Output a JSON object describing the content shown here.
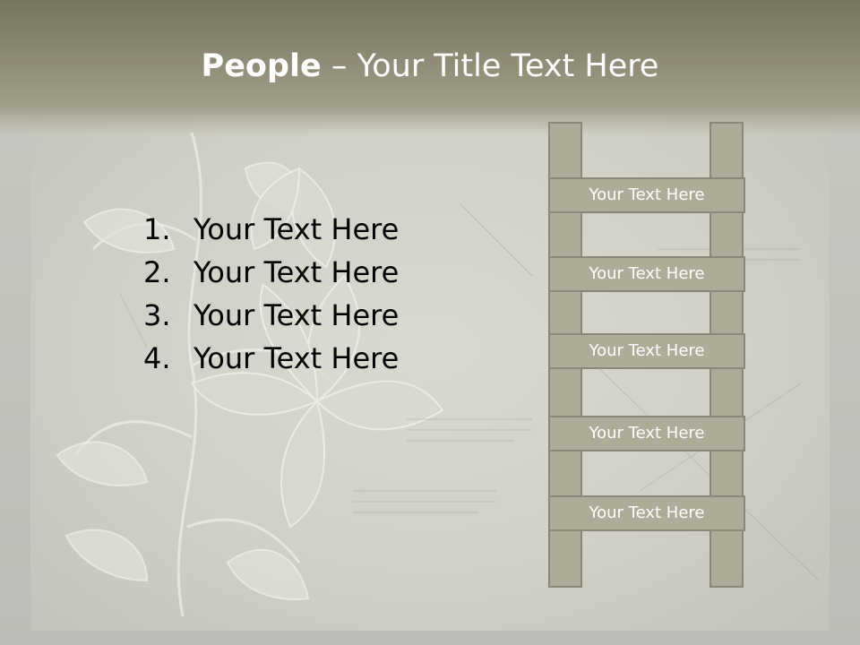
{
  "title": {
    "bold": "People",
    "rest": " – Your Title Text Here"
  },
  "list": [
    {
      "number": "1.",
      "text": "Your Text Here"
    },
    {
      "number": "2.",
      "text": "Your Text Here"
    },
    {
      "number": "3.",
      "text": "Your Text Here"
    },
    {
      "number": "4.",
      "text": "Your Text Here"
    }
  ],
  "ladder": {
    "rungs": [
      "Your Text Here",
      "Your Text Here",
      "Your Text Here",
      "Your Text Here",
      "Your Text Here"
    ]
  },
  "colors": {
    "title_band": "#8e8b76",
    "ladder_fill": "#aeac99",
    "ladder_border": "#8a887a",
    "paper": "#d5d5cb"
  }
}
